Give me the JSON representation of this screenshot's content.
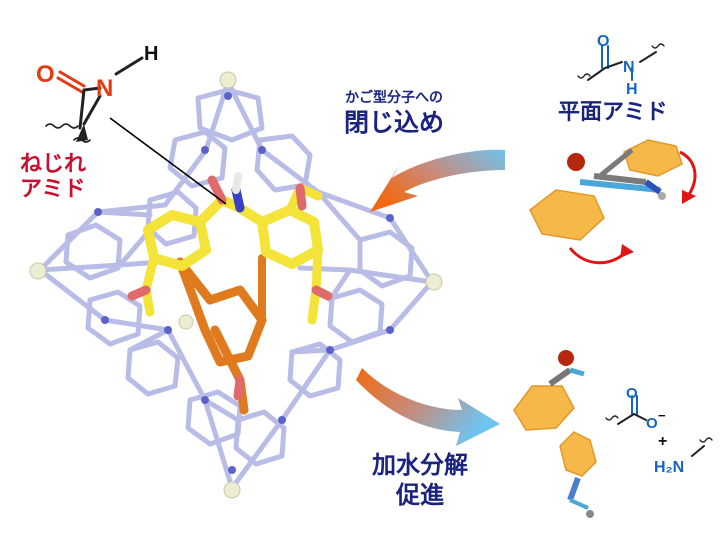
{
  "twisted_amide": {
    "line1": "ねじれ",
    "line2": "アミド",
    "atom_O": "O",
    "atom_N": "N",
    "atom_H": "H"
  },
  "encapsulation": {
    "line1": "かご型分子への",
    "line2": "閉じ込め"
  },
  "planar_amide": {
    "label": "平面アミド",
    "atom_O": "O",
    "atom_N": "N",
    "atom_H": "H"
  },
  "hydrolysis": {
    "line1": "加水分解",
    "line2": "促進"
  },
  "products": {
    "carboxylate_O": "O",
    "carboxylate_O_minus": "O",
    "minus_sign": "−",
    "plus_sign": "+",
    "amine": "H₂N"
  },
  "colors": {
    "label_red": "#c8102e",
    "label_navy": "#1a237e",
    "atom_blue": "#1565c0",
    "cage_lavender": "#b8bce6",
    "amide_yellow": "#f4e43a",
    "phenyl_orange": "#f7b84a",
    "substrate_orange": "#e07a1f"
  }
}
